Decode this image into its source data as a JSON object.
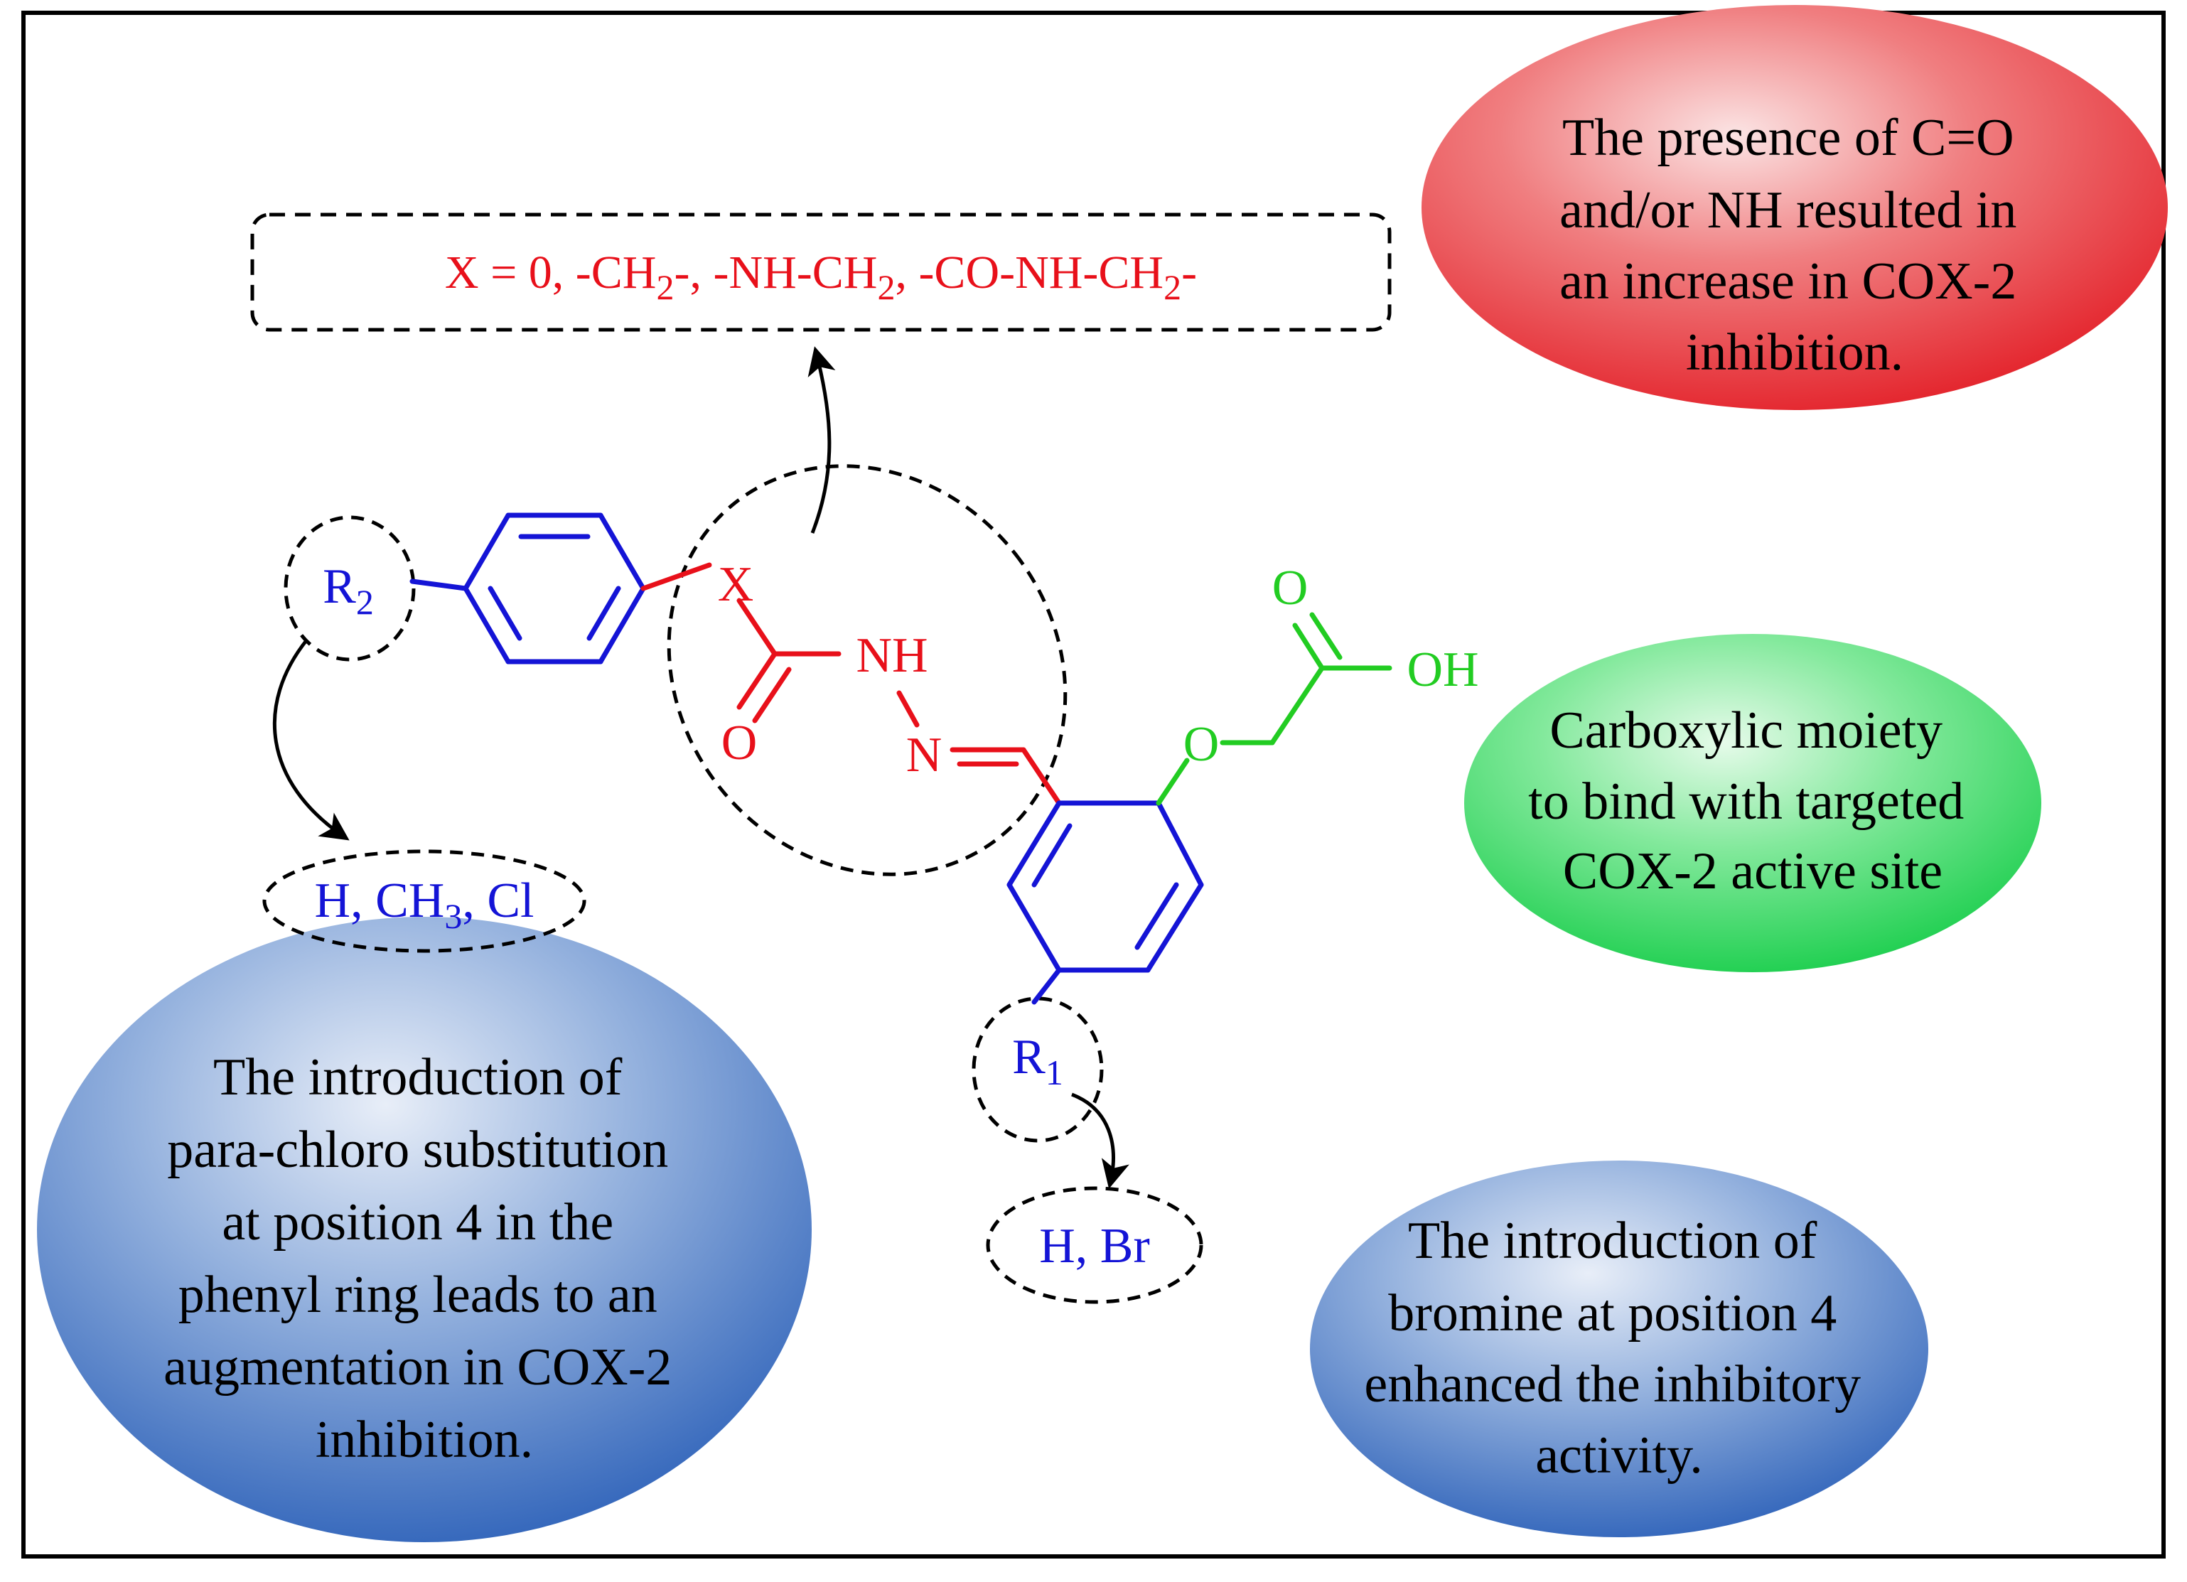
{
  "colors": {
    "aryl": "#1414d6",
    "linker": "#e8101a",
    "acid": "#22cc22",
    "text": "#000000",
    "red_oval": "#ee3a40",
    "green_oval": "#3fd866",
    "blue_oval": "#3c72c2"
  },
  "x_definition": {
    "lead": "X = 0, -CH",
    "sub1": "2",
    "mid1": "-, -NH-CH",
    "sub2": "2",
    "mid2": ", -CO-NH-CH",
    "sub3": "2",
    "tail": "-"
  },
  "structure": {
    "x_label": "X",
    "nh_label": "NH",
    "n_label": "N",
    "carbonyl_o_label": "O",
    "ether_o_label": "O",
    "acid_o_label": "O",
    "oh_label": "OH",
    "r2_label": "R",
    "r2_sub": "2",
    "r1_label": "R",
    "r1_sub": "1"
  },
  "substituents": {
    "r2_options": {
      "lead": "H, CH",
      "sub": "3",
      "tail": ", Cl"
    },
    "r1_options": "H, Br"
  },
  "notes": {
    "red": [
      "The presence of C=O",
      "and/or NH resulted in",
      "an increase in COX-2",
      "inhibition."
    ],
    "green": [
      "Carboxylic moiety",
      "to bind with targeted",
      "COX-2 active site"
    ],
    "blue_left": [
      "The introduction of",
      "para-chloro substitution",
      "at position 4 in the",
      "phenyl ring leads to an",
      "augmentation in COX-2",
      "inhibition."
    ],
    "blue_right": [
      "The introduction of",
      "bromine at position 4",
      "enhanced the inhibitory",
      "activity."
    ]
  }
}
